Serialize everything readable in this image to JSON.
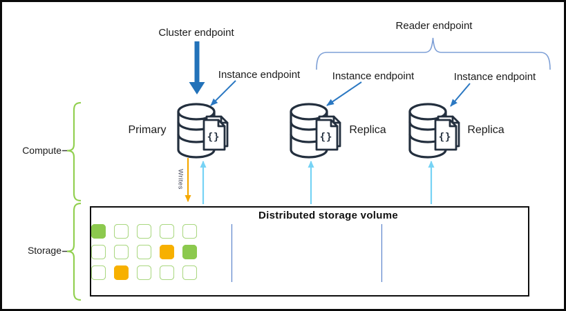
{
  "diagram": {
    "endpoints": {
      "cluster_endpoint": "Cluster endpoint",
      "reader_endpoint": "Reader endpoint",
      "instance_endpoint": "Instance endpoint"
    },
    "nodes": {
      "primary_label": "Primary",
      "replica_label": "Replica"
    },
    "layers": {
      "compute": "Compute",
      "storage": "Storage"
    },
    "writes_label": "Writes",
    "storage_volume": {
      "title": "Distributed storage volume",
      "segment_count": 3,
      "block_pattern": [
        [
          "green",
          "empty",
          "empty",
          "empty",
          "empty"
        ],
        [
          "empty",
          "empty",
          "empty",
          "orange",
          "green"
        ],
        [
          "empty",
          "orange",
          "empty",
          "empty",
          "empty"
        ]
      ]
    },
    "icons": {
      "code_glyph": "{}"
    },
    "colors": {
      "db_icon": "#232f3e",
      "cluster_arrow": "#2272b9",
      "instance_arrow": "#2b78c2",
      "reader_brace": "#7d9fd6",
      "layer_brace": "#92d050",
      "writes_arrow": "#f5a800",
      "read_arrow": "#76d3f5",
      "block_green": "#8cc94e",
      "block_orange": "#f7b000",
      "block_border": "#a9d77f",
      "segment_divider": "#4472c4"
    }
  }
}
